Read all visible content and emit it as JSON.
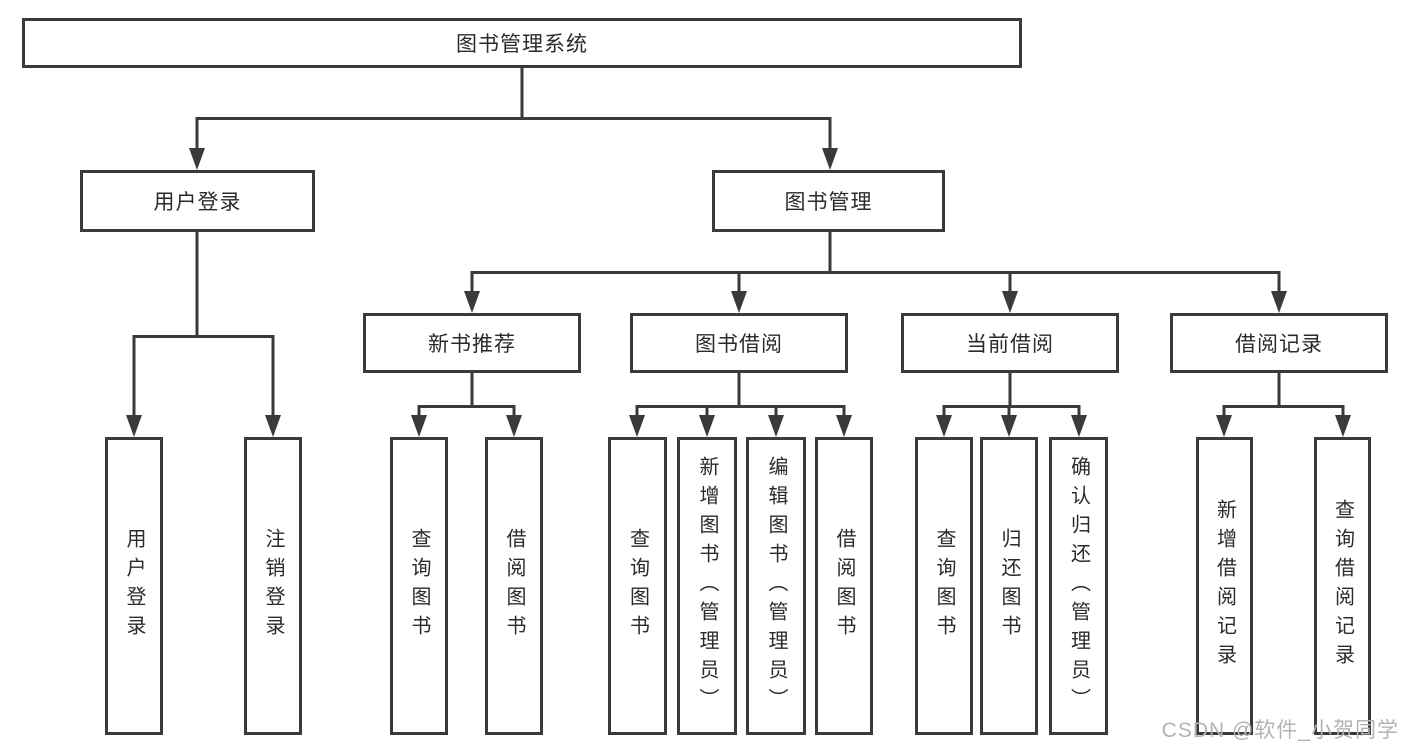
{
  "colors": {
    "line": "#3a3a3a",
    "text": "#2b2b2b",
    "background": "#ffffff",
    "watermark": "#b3b3b3"
  },
  "tree": {
    "root": {
      "label": "图书管理系统"
    },
    "branches": [
      {
        "label": "用户登录",
        "children": [
          "用户登录",
          "注销登录"
        ]
      },
      {
        "label": "图书管理",
        "groups": [
          {
            "label": "新书推荐",
            "children": [
              "查询图书",
              "借阅图书"
            ]
          },
          {
            "label": "图书借阅",
            "children": [
              "查询图书",
              "新增图书（管理员）",
              "编辑图书（管理员）",
              "借阅图书"
            ]
          },
          {
            "label": "当前借阅",
            "children": [
              "查询图书",
              "归还图书",
              "确认归还（管理员）"
            ]
          },
          {
            "label": "借阅记录",
            "children": [
              "新增借阅记录",
              "查询借阅记录"
            ]
          }
        ]
      }
    ]
  },
  "watermark": {
    "text": "CSDN @软件_小贺同学"
  }
}
